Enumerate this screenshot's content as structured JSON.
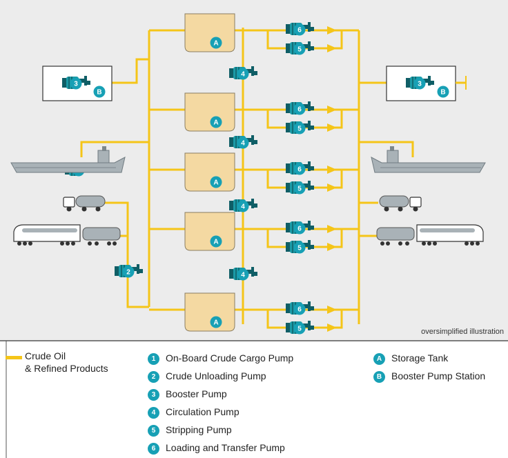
{
  "colors": {
    "pipe": "#f5c518",
    "tank_fill": "#f4d9a2",
    "pump_body": "#1a9aa6",
    "pump_dark": "#0f5e66",
    "badge": "#17a0b5",
    "vehicle": "#a9b2b7",
    "panel_bg": "#ececec"
  },
  "illustration_note": "oversimplified illustration",
  "diagram": {
    "tank_label": "A",
    "station_label": "B",
    "booster_pump_number": "3",
    "onboard_pump_number": "1",
    "unloading_pump_number": "2",
    "circulation_pump_number": "4",
    "stripping_pump_number": "5",
    "loading_pump_number": "6"
  },
  "legend": {
    "line_label_1": "Crude Oil",
    "line_label_2": "& Refined Products",
    "pumps": [
      {
        "num": "1",
        "label": "On-Board Crude Cargo Pump"
      },
      {
        "num": "2",
        "label": "Crude Unloading Pump"
      },
      {
        "num": "3",
        "label": "Booster Pump"
      },
      {
        "num": "4",
        "label": "Circulation Pump"
      },
      {
        "num": "5",
        "label": "Stripping Pump"
      },
      {
        "num": "6",
        "label": "Loading and Transfer Pump"
      }
    ],
    "facilities": [
      {
        "letter": "A",
        "label": "Storage Tank"
      },
      {
        "letter": "B",
        "label": "Booster Pump Station"
      }
    ]
  }
}
